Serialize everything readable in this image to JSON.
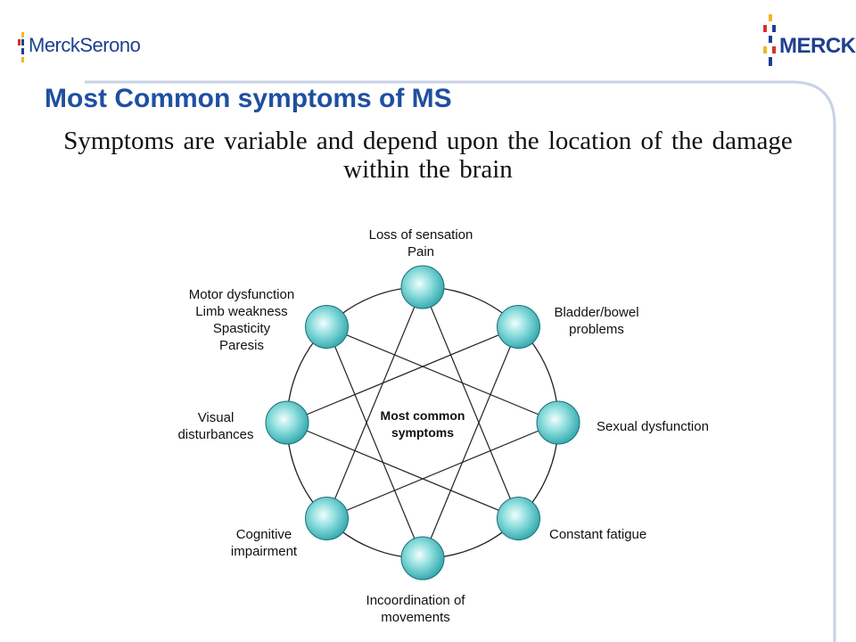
{
  "header": {
    "left_logo": "MerckSerono",
    "right_logo": "MERCK"
  },
  "title": "Most Common symptoms of MS",
  "subtitle": "Symptoms are variable and depend upon the location of the damage within the brain",
  "diagram": {
    "center_label_line1": "Most common",
    "center_label_line2": "symptoms",
    "nodes": [
      {
        "lines": [
          "Loss of sensation",
          "Pain"
        ]
      },
      {
        "lines": [
          "Bladder/bowel",
          "problems"
        ]
      },
      {
        "lines": [
          "Sexual dysfunction"
        ]
      },
      {
        "lines": [
          "Constant fatigue"
        ]
      },
      {
        "lines": [
          "Incoordination of",
          "movements"
        ]
      },
      {
        "lines": [
          "Cognitive",
          "impairment"
        ]
      },
      {
        "lines": [
          "Visual",
          "disturbances"
        ]
      },
      {
        "lines": [
          "Motor dysfunction",
          "Limb weakness",
          "Spasticity",
          "Paresis"
        ]
      }
    ]
  },
  "colors": {
    "title": "#1f4fa0",
    "node_fill": "#5fc9cc",
    "node_highlight": "#e8fbfb",
    "node_edge": "#1a6f78",
    "logo_blue": "#1f3f8f",
    "logo_red": "#d6322b",
    "logo_yellow": "#f3b623"
  }
}
